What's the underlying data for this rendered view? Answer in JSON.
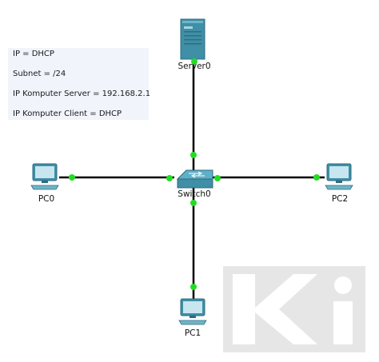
{
  "notes": [
    "IP = DHCP",
    "Subnet = /24",
    "IP Komputer Server = 192.168.2.1",
    "IP Komputer Client = DHCP"
  ],
  "devices": {
    "server": "Server0",
    "switch": "Switch0",
    "pc0": "PC0",
    "pc1": "PC1",
    "pc2": "PC2"
  },
  "watermark_text": "KI",
  "colors": {
    "link": "#000000",
    "port_status": "#22dd22",
    "device": "#3f8fa6",
    "device_dark": "#2e6c80",
    "notes_bg": "#f1f4fb",
    "watermark": "#e6e6e6"
  }
}
